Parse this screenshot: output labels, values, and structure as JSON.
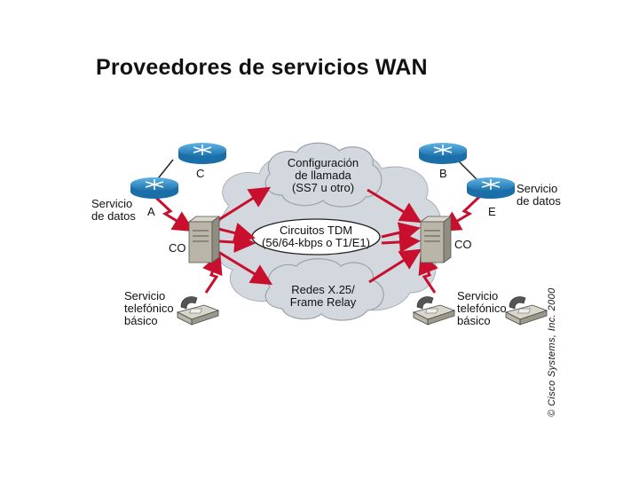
{
  "title": "Proveedores de servicios WAN",
  "clouds": {
    "signaling": "Configuración\nde llamada\n(SS7 u otro)",
    "tdm": "Circuitos TDM\n(56/64-kbps o T1/E1)",
    "packet": "Redes X.25/\nFrame Relay"
  },
  "routers": {
    "a": "A",
    "b": "B",
    "c": "C",
    "e": "E"
  },
  "left": {
    "data_service": "Servicio\nde datos",
    "co": "CO",
    "phone_service": "Servicio\ntelefónico\nbásico"
  },
  "right": {
    "data_service": "Servicio\nde datos",
    "co": "CO",
    "phone_service": "Servicio\ntelefónico\nbásico"
  },
  "copyright": "© Cisco Systems, Inc. 2000",
  "colors": {
    "cloud": "#d3d8de",
    "arrow": "#c8102e",
    "router": "#1a6fa8",
    "equipment": "#b9b6a8"
  }
}
